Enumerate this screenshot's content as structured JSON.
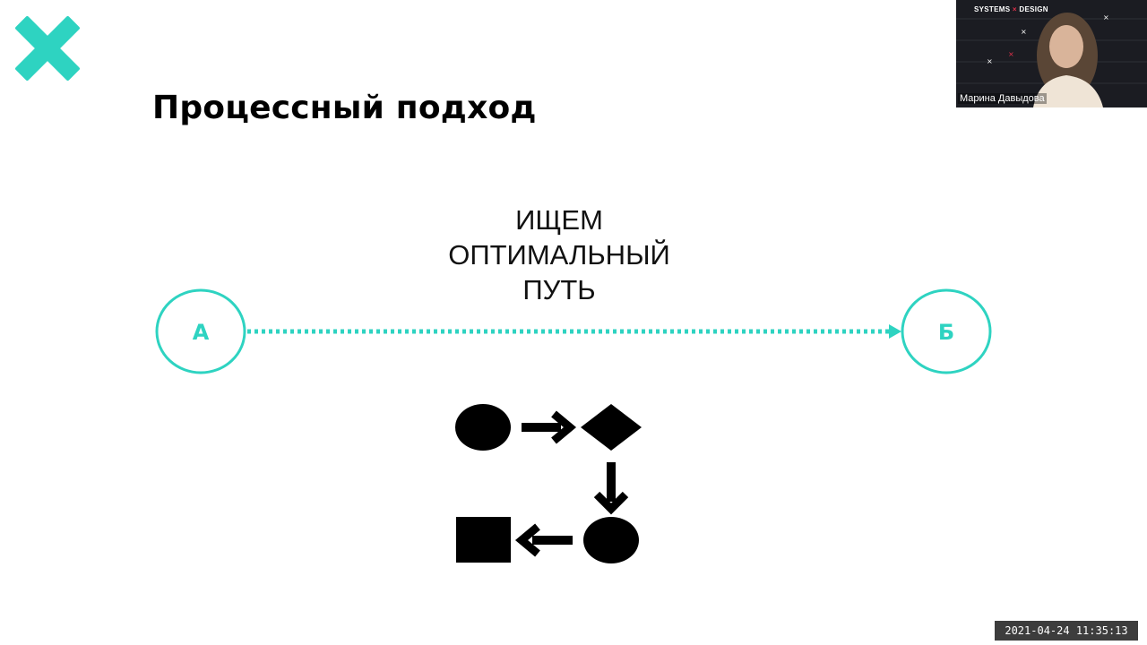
{
  "slide": {
    "title": "Процессный подход",
    "headline": [
      "ИЩЕМ",
      "ОПТИМАЛЬНЫЙ",
      "ПУТЬ"
    ],
    "start_label": "А",
    "end_label": "Б"
  },
  "webcam": {
    "brand_left": "SYSTEMS",
    "brand_sep": "×",
    "brand_right": "DESIGN",
    "participant_name": "Марина Давыдова"
  },
  "timestamp": "2021-04-24 11:35:13",
  "colors": {
    "accent": "#2ed3c1",
    "text": "#000000"
  },
  "icons": {
    "logo": "x-cross-logo",
    "flow": [
      "circle",
      "arrow-right",
      "diamond",
      "arrow-down",
      "circle",
      "arrow-left",
      "square"
    ]
  }
}
